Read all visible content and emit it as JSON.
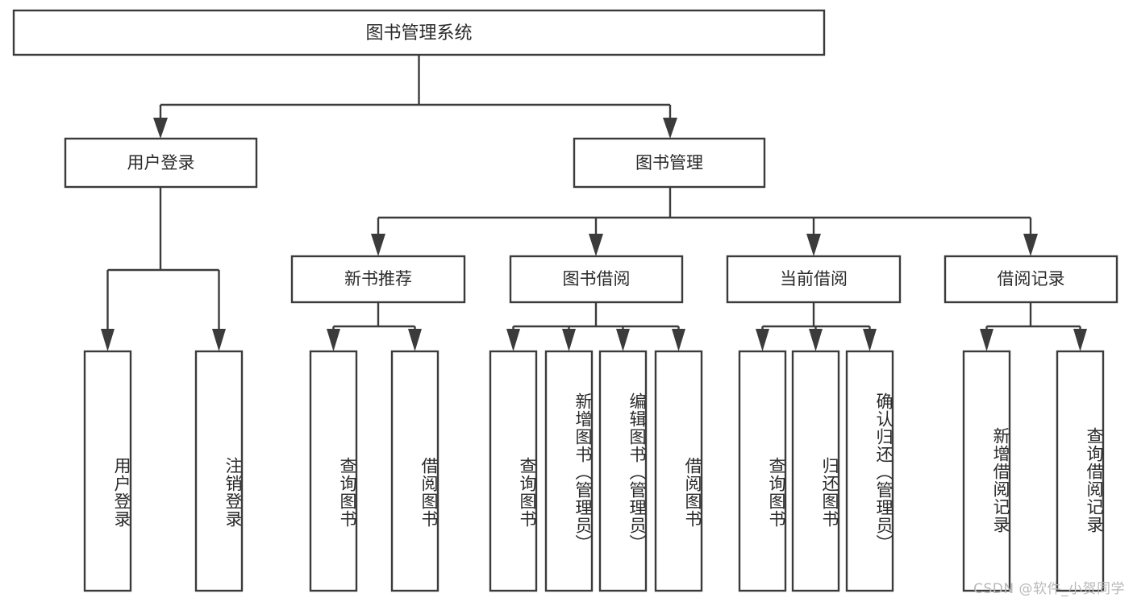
{
  "diagram": {
    "type": "tree-hierarchy-flowchart",
    "title": "图书管理系统",
    "level2": [
      {
        "id": "user-login",
        "label": "用户登录"
      },
      {
        "id": "book-management",
        "label": "图书管理"
      }
    ],
    "level3": [
      {
        "id": "new-book-recommend",
        "label": "新书推荐",
        "parent": "book-management"
      },
      {
        "id": "book-borrow",
        "label": "图书借阅",
        "parent": "book-management"
      },
      {
        "id": "current-borrow",
        "label": "当前借阅",
        "parent": "book-management"
      },
      {
        "id": "borrow-record",
        "label": "借阅记录",
        "parent": "book-management"
      }
    ],
    "leaves": {
      "user-login": [
        {
          "id": "leaf-user-login",
          "label": "用户登录"
        },
        {
          "id": "leaf-logout-login",
          "label": "注销登录"
        }
      ],
      "new-book-recommend": [
        {
          "id": "leaf-query-book-1",
          "label": "查询图书"
        },
        {
          "id": "leaf-borrow-book-1",
          "label": "借阅图书"
        }
      ],
      "book-borrow": [
        {
          "id": "leaf-query-book-2",
          "label": "查询图书"
        },
        {
          "id": "leaf-add-book",
          "label": "新增图书（管理员）"
        },
        {
          "id": "leaf-edit-book",
          "label": "编辑图书（管理员）"
        },
        {
          "id": "leaf-borrow-book-2",
          "label": "借阅图书"
        }
      ],
      "current-borrow": [
        {
          "id": "leaf-query-book-3",
          "label": "查询图书"
        },
        {
          "id": "leaf-return-book",
          "label": "归还图书"
        },
        {
          "id": "leaf-confirm-return",
          "label": "确认归还（管理员）"
        }
      ],
      "borrow-record": [
        {
          "id": "leaf-add-record",
          "label": "新增借阅记录"
        },
        {
          "id": "leaf-query-record",
          "label": "查询借阅记录"
        }
      ]
    },
    "colors": {
      "stroke": "#3b3b3b",
      "fill": "#ffffff",
      "text": "#2a2a2a",
      "watermark": "#b9b9b9"
    }
  },
  "watermark": {
    "text": "CSDN @软件_小贺同学"
  }
}
